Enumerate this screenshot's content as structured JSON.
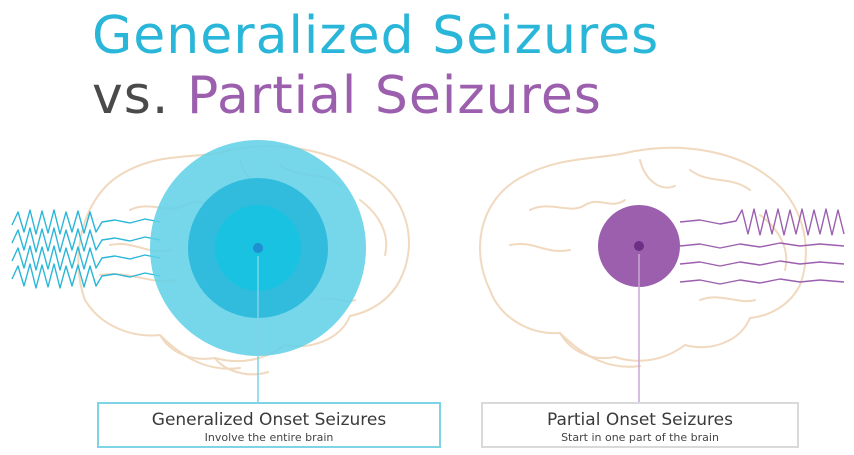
{
  "title": {
    "line1": "Generalized Seizures",
    "line2_prefix": "vs. ",
    "line2_accent": "Partial Seizures"
  },
  "colors": {
    "generalized": "#29b6d8",
    "partial": "#9b5fae",
    "brain_outline": "#f1dcc4"
  },
  "panels": {
    "generalized": {
      "label": "Generalized Onset Seizures",
      "description": "Involve the entire brain"
    },
    "partial": {
      "label": "Partial Onset Seizures",
      "description": "Start in one part of the brain"
    }
  }
}
